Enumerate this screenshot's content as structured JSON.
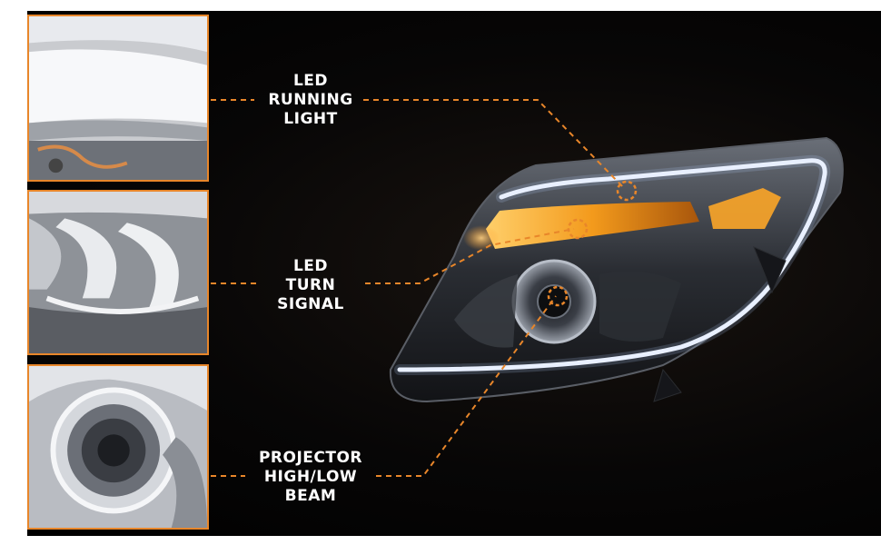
{
  "accent_color": "#e8862a",
  "callouts": [
    {
      "lines": [
        "LED",
        "RUNNING",
        "LIGHT"
      ]
    },
    {
      "lines": [
        "LED",
        "TURN",
        "SIGNAL"
      ]
    },
    {
      "lines": [
        "PROJECTOR",
        "HIGH/LOW",
        "BEAM"
      ]
    }
  ]
}
